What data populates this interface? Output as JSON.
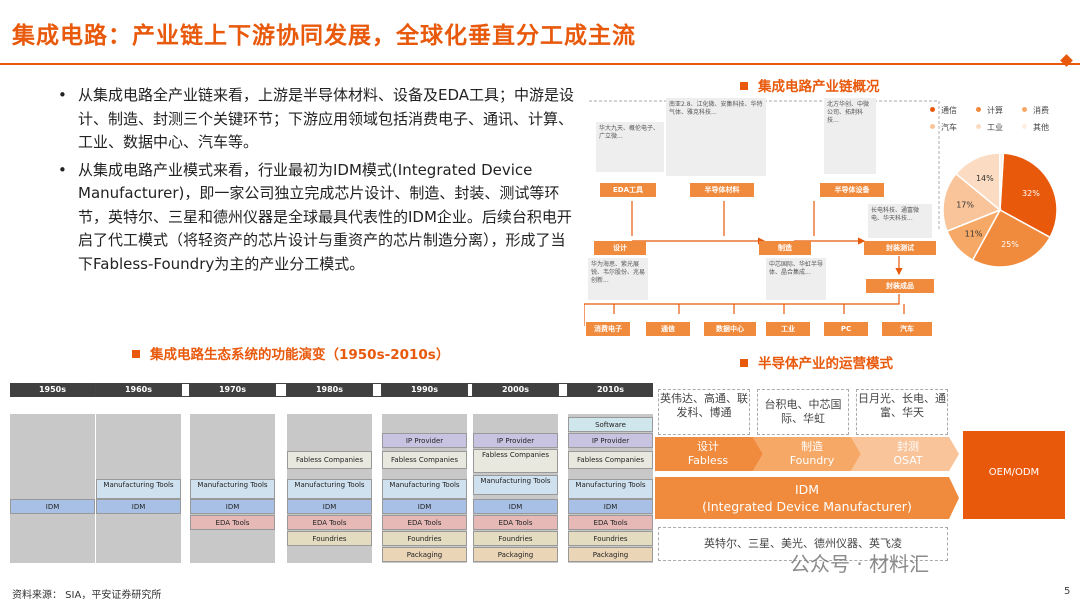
{
  "page": {
    "title": "集成电路：产业链上下游协同发展，全球化垂直分工成主流",
    "footer": "资料来源： SIA，平安证券研究所",
    "page_number": "5",
    "watermark": "公众号 · 材料汇"
  },
  "bullets": [
    "从集成电路全产业链来看，上游是半导体材料、设备及EDA工具；中游是设计、制造、封测三个关键环节；下游应用领域包括消费电子、通讯、计算、工业、数据中心、汽车等。",
    "从集成电路产业模式来看，行业最初为IDM模式(Integrated Device Manufacturer)，即一家公司独立完成芯片设计、制造、封装、测试等环节，英特尔、三星和德州仪器是全球最具代表性的IDM企业。后续台积电开启了代工模式（将轻资产的芯片设计与重资产的芯片制造分离），形成了当下Fabless-Foundry为主的产业分工模式。"
  ],
  "sections": {
    "chain_title": "集成电路产业链概况",
    "evo_title": "集成电路生态系统的功能演变（1950s-2010s）",
    "ops_title": "半导体产业的运营模式"
  },
  "evolution": {
    "decades": [
      "1950s",
      "1960s",
      "1970s",
      "1980s",
      "1990s",
      "2000s",
      "2010s"
    ],
    "labels": {
      "software": "Software",
      "ip": "IP Provider",
      "fabless": "Fabless Companies",
      "fabless_2000s": "Fabless Companies",
      "mfg": "Manufacturing Tools",
      "idm": "IDM",
      "eda": "EDA Tools",
      "foundries": "Foundries",
      "packaging": "Packaging"
    }
  },
  "chain": {
    "upstream": [
      "EDA工具",
      "半导体材料",
      "半导体设备"
    ],
    "upstream_notes": [
      "华大九天、概伦电子、广立微...",
      "南亚2.8、江化微、安集科技、华特气体、雅克科技...",
      "北方华创、中微公司、拓荆科技..."
    ],
    "mid": [
      "设计",
      "制造",
      "封装测试",
      "封装成品"
    ],
    "mid_notes": [
      "华为海思、紫光展锐、韦尔股份、兆易创新...",
      "中芯国际、华虹半导体、晶合集成...",
      "长电科技、通富微电、华天科技..."
    ],
    "downstream": [
      "消费电子",
      "通信",
      "数据中心",
      "工业",
      "PC",
      "汽车"
    ]
  },
  "pie": {
    "legend": [
      "通信",
      "计算",
      "消费",
      "汽车",
      "工业",
      "其他"
    ],
    "values": [
      32,
      25,
      11,
      17,
      14,
      1
    ],
    "labels": [
      "32%",
      "25%",
      "11%",
      "17%",
      "14%",
      "1%"
    ],
    "colors": [
      "#E8590C",
      "#F08A3C",
      "#F6A866",
      "#F9C49A",
      "#FBDCC2",
      "#FDEEE2"
    ]
  },
  "ops": {
    "companies_top": [
      "英伟达、高通、联发科、博通",
      "台积电、中芯国际、华虹",
      "日月光、长电、通富、华天"
    ],
    "stages": [
      "设计\nFabless",
      "制造\nFoundry",
      "封测\nOSAT"
    ],
    "idm": "IDM\n(Integrated Device Manufacturer)",
    "oem": "OEM/ODM",
    "idm_companies": "英特尔、三星、美光、德州仪器、英飞凌"
  }
}
